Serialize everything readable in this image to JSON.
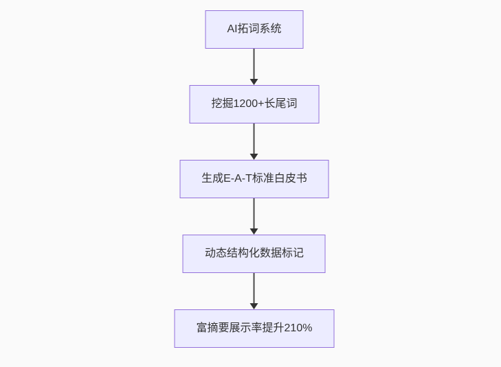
{
  "diagram": {
    "type": "flowchart",
    "direction": "top-down",
    "nodes": [
      {
        "label": "AI拓词系统"
      },
      {
        "label": "挖掘1200+长尾词"
      },
      {
        "label": "生成E-A-T标准白皮书"
      },
      {
        "label": "动态结构化数据标记"
      },
      {
        "label": "富摘要展示率提升210%"
      }
    ],
    "edges": [
      {
        "from": 0,
        "to": 1
      },
      {
        "from": 1,
        "to": 2
      },
      {
        "from": 2,
        "to": 3
      },
      {
        "from": 3,
        "to": 4
      }
    ],
    "colors": {
      "node_fill": "#ececff",
      "node_border": "#9370db",
      "edge": "#333333",
      "text": "#333333",
      "background": "#fafafa"
    }
  }
}
